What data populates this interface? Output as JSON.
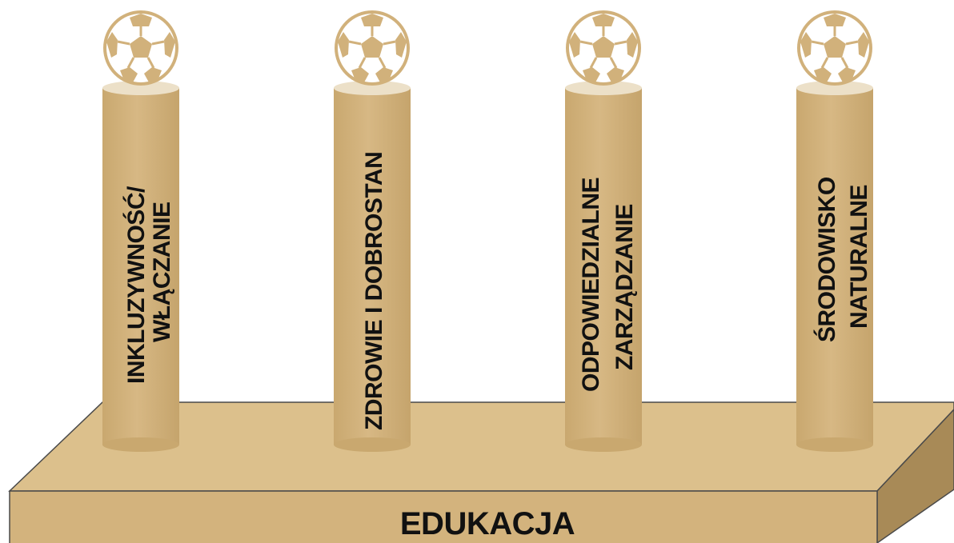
{
  "base": {
    "label": "EDUKACJA"
  },
  "pillars": [
    {
      "line1": "INKLUZYWNOŚĆ/",
      "line2": "WŁĄCZANIE"
    },
    {
      "line1": "ZDROWIE I DOBROSTAN",
      "line2": ""
    },
    {
      "line1": "ODPOWIEDZIALNE",
      "line2": "ZARZĄDZANIE"
    },
    {
      "line1": "ŚRODOWISKO",
      "line2": "NATURALNE"
    }
  ],
  "colors": {
    "gold": "#d1b17b",
    "gold_light": "#e0c797",
    "gold_dark": "#a98a56",
    "platform_top": "#dcc08c",
    "platform_front": "#d3b37d",
    "platform_side": "#a88a57",
    "outline": "#4a4a4a",
    "text": "#111111"
  },
  "icons": [
    "football-icon"
  ]
}
